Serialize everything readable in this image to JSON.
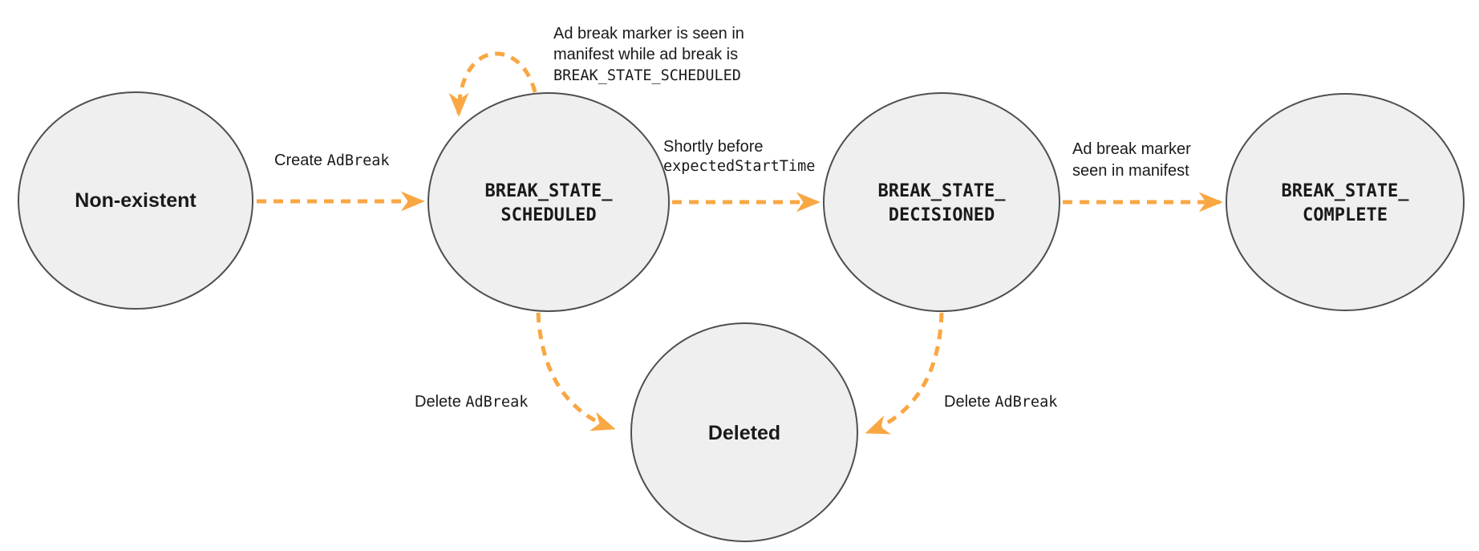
{
  "colors": {
    "accent": "#F9A743",
    "node_fill": "#EFEFEF",
    "node_stroke": "#4F4F4F",
    "text": "#1A1A1A"
  },
  "nodes": {
    "non_existent": {
      "label": "Non-existent"
    },
    "scheduled": {
      "line1": "BREAK_STATE_",
      "line2": "SCHEDULED"
    },
    "decisioned": {
      "line1": "BREAK_STATE_",
      "line2": "DECISIONED"
    },
    "complete": {
      "line1": "BREAK_STATE_",
      "line2": "COMPLETE"
    },
    "deleted": {
      "label": "Deleted"
    }
  },
  "edges": {
    "create": {
      "text": "Create ",
      "code": "AdBreak"
    },
    "self_loop": {
      "line1": "Ad break marker is seen in",
      "line2": "manifest while ad break is",
      "code": "BREAK_STATE_SCHEDULED"
    },
    "decision": {
      "text": "Shortly before",
      "code": "expectedStartTime"
    },
    "complete_transition": {
      "line1": "Ad break marker",
      "line2": "seen in manifest"
    },
    "delete_from_scheduled": {
      "text": "Delete ",
      "code": "AdBreak"
    },
    "delete_from_decisioned": {
      "text": "Delete ",
      "code": "AdBreak"
    }
  }
}
